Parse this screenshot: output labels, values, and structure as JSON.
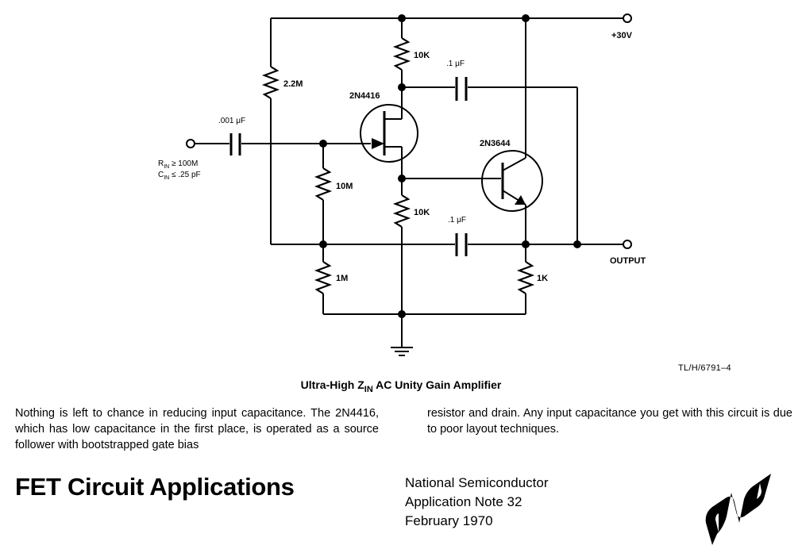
{
  "schematic": {
    "supply_label": "+30V",
    "output_label": "OUTPUT",
    "input_spec_rin": "R",
    "input_spec_rin_sub": "IN",
    "input_spec_rin_val": " ≥ 100M",
    "input_spec_cin": "C",
    "input_spec_cin_sub": "IN",
    "input_spec_cin_val": " ≤ .25 pF",
    "components": {
      "r_drain": "10K",
      "r_bias_top": "2.2M",
      "c_input": ".001 μF",
      "c_boot_top": ".1 μF",
      "c_boot_bottom": ".1 μF",
      "fet": "2N4416",
      "bjt": "2N3644",
      "r_gate": "10M",
      "r_source": "10K",
      "r_bias_bottom": "1M",
      "r_emitter": "1K"
    },
    "drawing_ref": "TL/H/6791–4"
  },
  "caption": {
    "pre": "Ultra-High Z",
    "sub": "IN",
    "post": " AC Unity Gain Amplifier"
  },
  "body_text": {
    "left": "Nothing is left to chance in reducing input capacitance. The 2N4416, which has low capacitance in the first place, is operated as a source follower with bootstrapped gate bias",
    "right": "resistor and drain. Any input capacitance you get with this circuit is due to poor layout techniques."
  },
  "footer": {
    "title": "FET Circuit Applications",
    "publisher": "National Semiconductor",
    "note": "Application Note 32",
    "date": "February 1970",
    "logo_icon": "national-semiconductor-logo-icon"
  }
}
